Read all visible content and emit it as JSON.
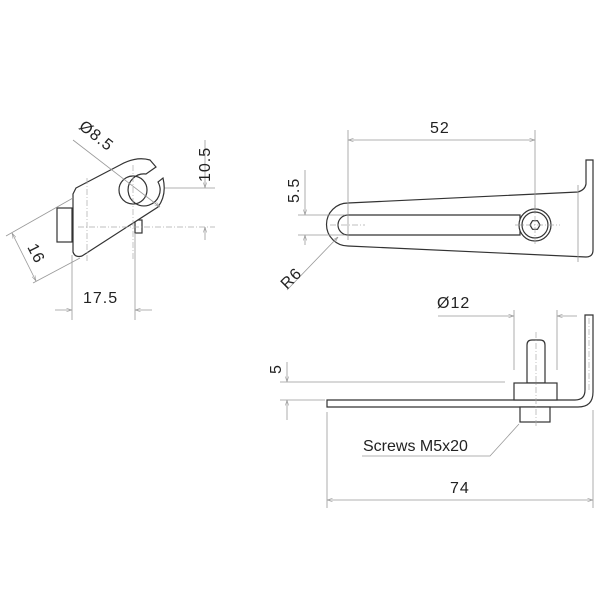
{
  "side_view": {
    "dim_diameter": "Ø8.5",
    "dim_height": "10.5",
    "dim_width": "17.5",
    "dim_thickness": "16"
  },
  "top_view": {
    "dim_length": "52",
    "dim_slot": "5.5",
    "dim_radius": "R6"
  },
  "front_view": {
    "dim_diameter": "Ø12",
    "dim_height": "5",
    "dim_length": "74",
    "note": "Screws M5x20"
  },
  "colors": {
    "line": "#333333",
    "dimension": "#999999"
  }
}
